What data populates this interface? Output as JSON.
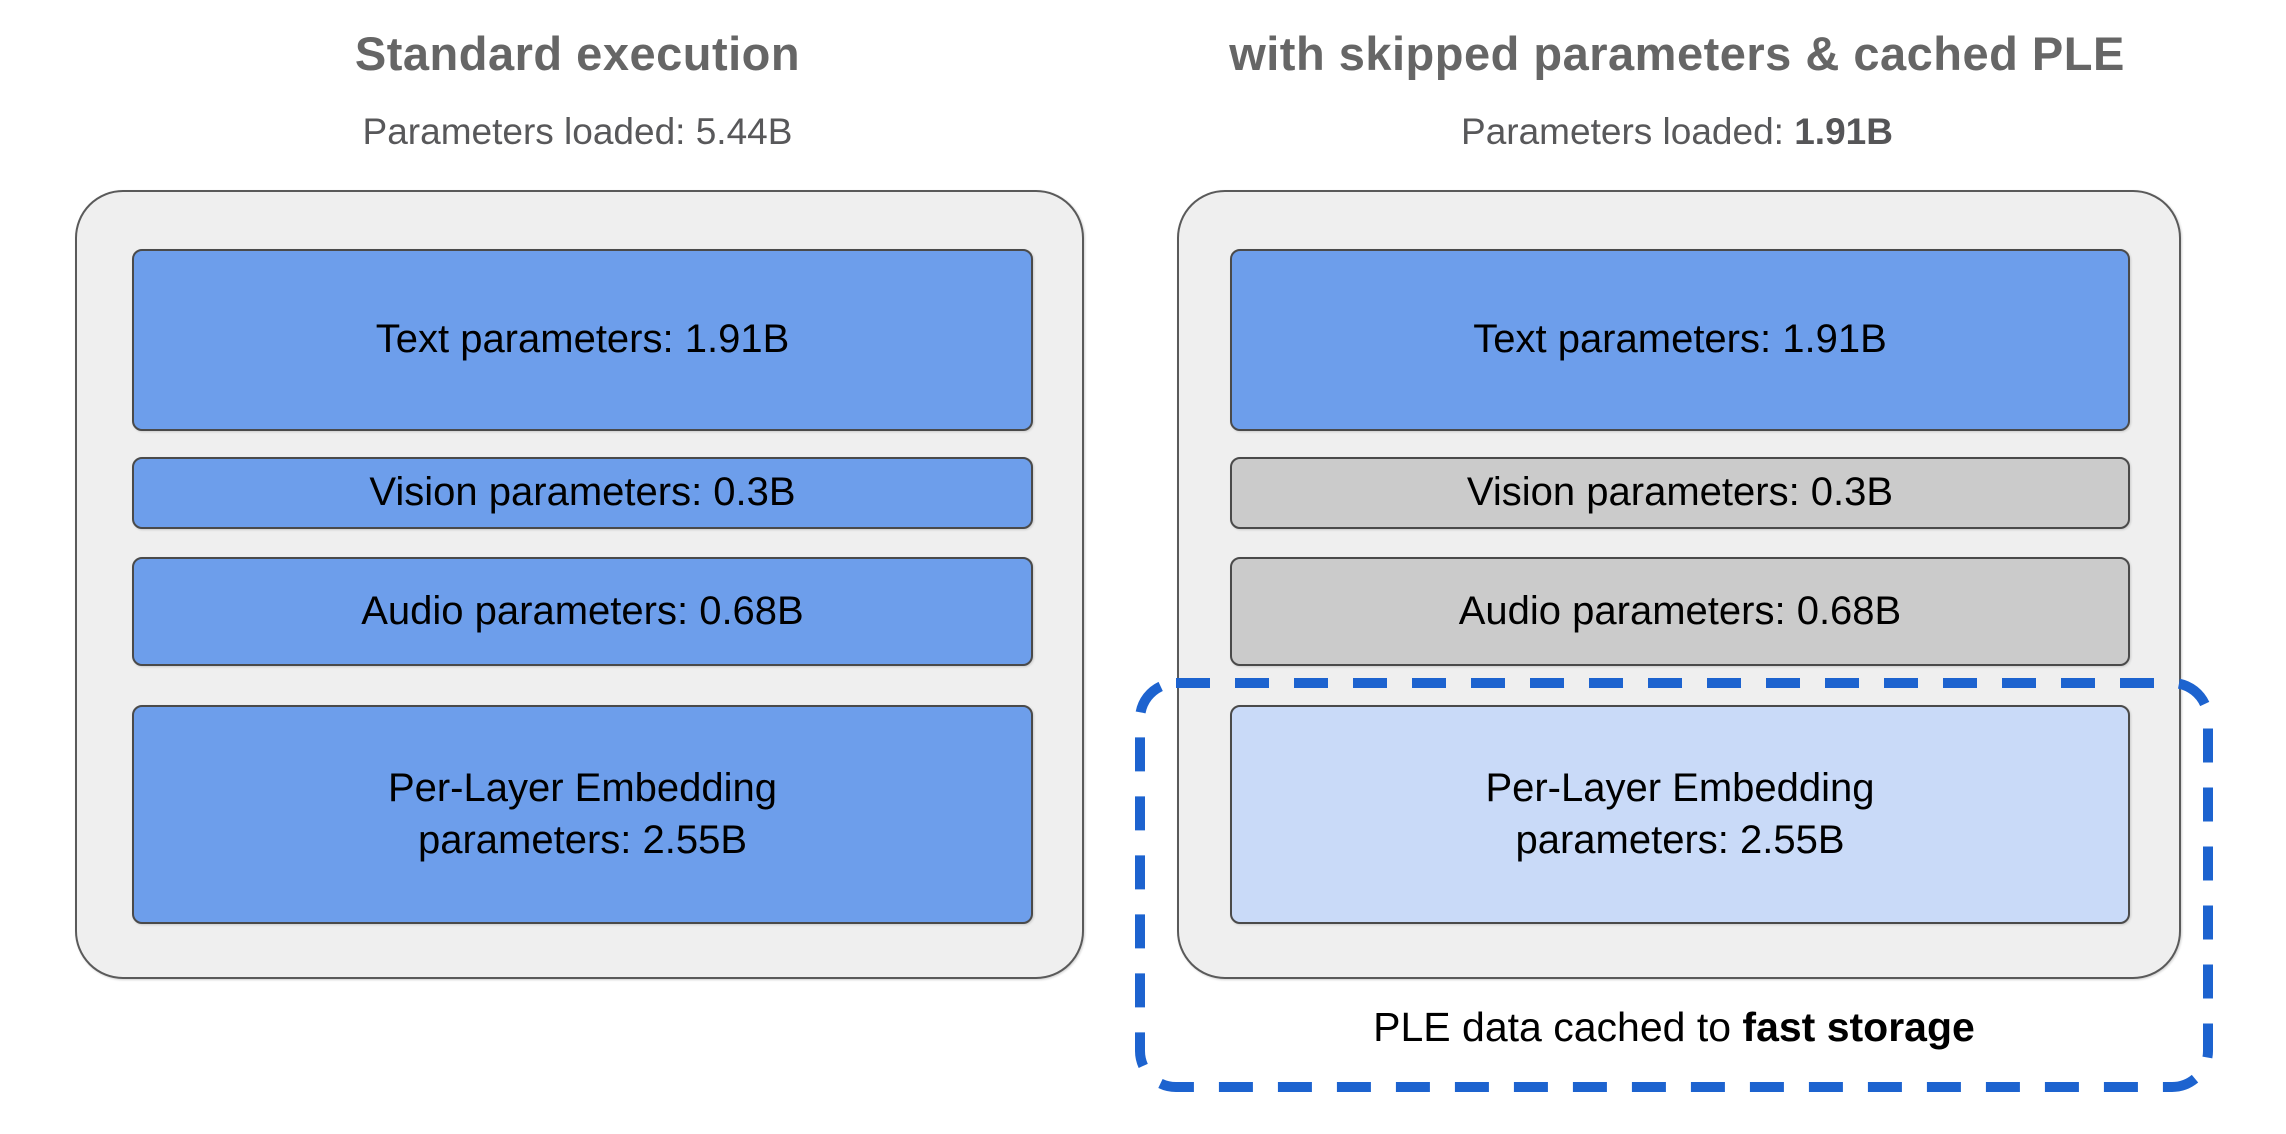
{
  "colors": {
    "title_gray": "#666666",
    "subtitle_gray": "#58585a",
    "container_fill": "#efefef",
    "container_border": "#5a5a5a",
    "box_blue": "#6d9eeb",
    "box_gray": "#cbcbcb",
    "box_lightblue": "#c9daf8",
    "dashed_blue": "#1d63cf"
  },
  "left_panel": {
    "title": "Standard execution",
    "subtitle_label": "Parameters loaded: ",
    "subtitle_value": "5.44B",
    "boxes": [
      {
        "label": "Text parameters: 1.91B"
      },
      {
        "label": "Vision parameters: 0.3B"
      },
      {
        "label": "Audio parameters: 0.68B"
      },
      {
        "label": "Per-Layer Embedding\nparameters: 2.55B"
      }
    ]
  },
  "right_panel": {
    "title": "with skipped parameters & cached PLE",
    "subtitle_label": "Parameters loaded: ",
    "subtitle_value": "1.91B",
    "boxes": [
      {
        "label": "Text parameters: 1.91B"
      },
      {
        "label": "Vision parameters: 0.3B"
      },
      {
        "label": "Audio parameters: 0.68B"
      },
      {
        "label": "Per-Layer Embedding\nparameters: 2.55B"
      }
    ],
    "caption_regular": "PLE data cached to ",
    "caption_bold": "fast storage"
  }
}
